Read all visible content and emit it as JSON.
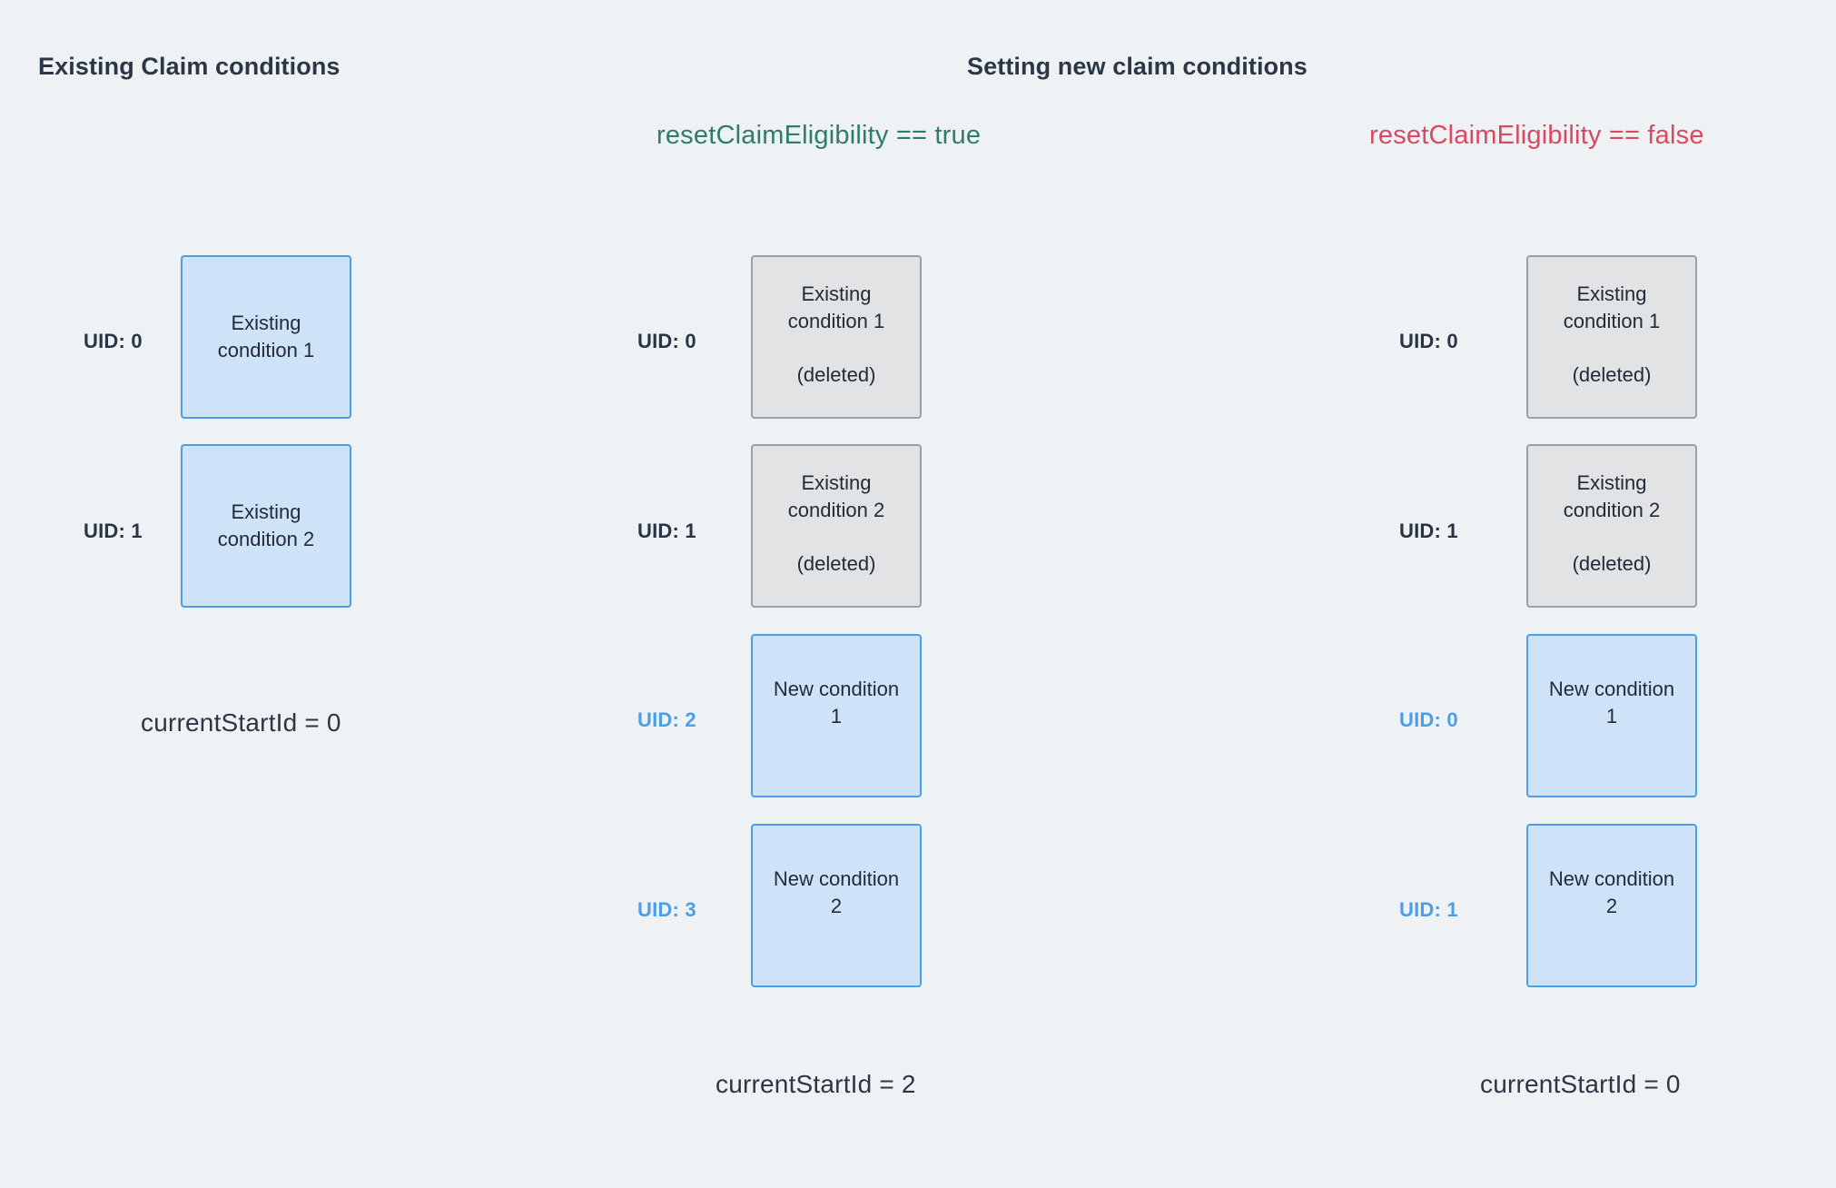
{
  "meta": {
    "background_color": "#eef2f5",
    "box_blue_fill": "#cfe3f8",
    "box_blue_border": "#4a9fe8",
    "box_gray_fill": "#e1e3e5",
    "box_gray_border": "#99a2aa",
    "text_dark": "#2b3744",
    "accent_green": "#2f7d68",
    "accent_red": "#d94a60",
    "accent_blue": "#4a9fe8"
  },
  "headings": {
    "left": "Existing Claim conditions",
    "right": "Setting new claim conditions"
  },
  "conditions": {
    "reset_true": "resetClaimEligibility == true",
    "reset_false": "resetClaimEligibility == false"
  },
  "columns": [
    {
      "id": "existing",
      "rows": [
        {
          "uid_label": "UID: 0",
          "uid_style": "dark",
          "title": "Existing\ncondition 1",
          "sub": "",
          "kind": "existing"
        },
        {
          "uid_label": "UID: 1",
          "uid_style": "dark",
          "title": "Existing\ncondition 2",
          "sub": "",
          "kind": "existing"
        }
      ],
      "footer": "currentStartId = 0"
    },
    {
      "id": "reset-true",
      "rows": [
        {
          "uid_label": "UID: 0",
          "uid_style": "dark",
          "title": "Existing\ncondition 1",
          "sub": "(deleted)",
          "kind": "deleted"
        },
        {
          "uid_label": "UID: 1",
          "uid_style": "dark",
          "title": "Existing\ncondition 2",
          "sub": "(deleted)",
          "kind": "deleted"
        },
        {
          "uid_label": "UID: 2",
          "uid_style": "blue",
          "title": "New condition\n1",
          "sub": "",
          "kind": "new"
        },
        {
          "uid_label": "UID: 3",
          "uid_style": "blue",
          "title": "New condition\n2",
          "sub": "",
          "kind": "new"
        }
      ],
      "footer": "currentStartId = 2"
    },
    {
      "id": "reset-false",
      "rows": [
        {
          "uid_label": "UID: 0",
          "uid_style": "dark",
          "title": "Existing\ncondition 1",
          "sub": "(deleted)",
          "kind": "deleted"
        },
        {
          "uid_label": "UID: 1",
          "uid_style": "dark",
          "title": "Existing\ncondition 2",
          "sub": "(deleted)",
          "kind": "deleted"
        },
        {
          "uid_label": "UID: 0",
          "uid_style": "blue",
          "title": "New condition\n1",
          "sub": "",
          "kind": "new"
        },
        {
          "uid_label": "UID: 1",
          "uid_style": "blue",
          "title": "New condition\n2",
          "sub": "",
          "kind": "new"
        }
      ],
      "footer": "currentStartId = 0"
    }
  ]
}
